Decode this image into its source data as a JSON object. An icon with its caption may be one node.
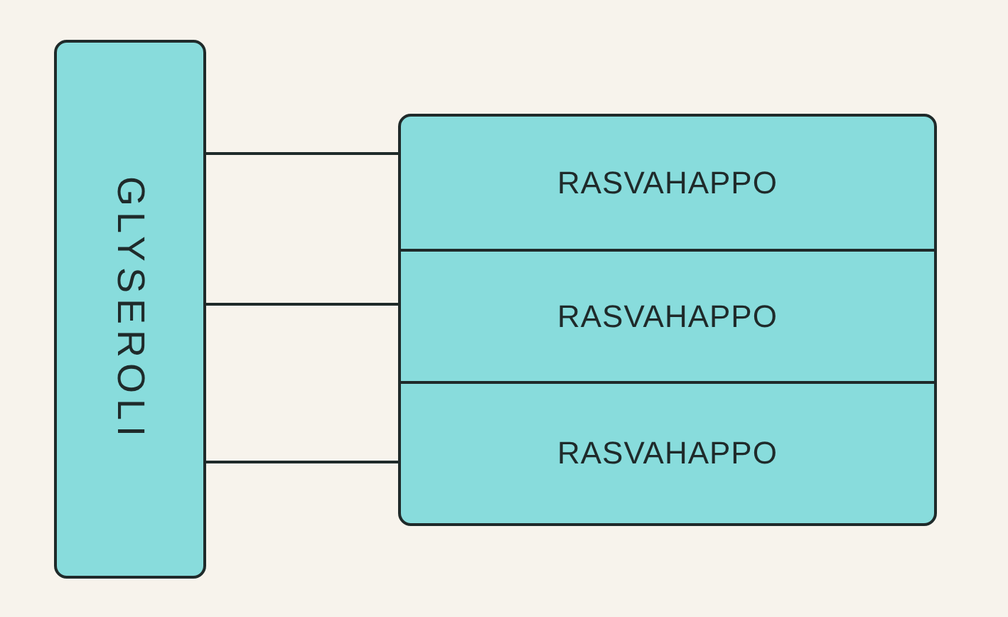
{
  "diagram": {
    "nodes": [
      {
        "text": [
          "GLYSEROLI"
        ]
      },
      {
        "text": [
          "RASVAHAPPO"
        ]
      },
      {
        "text": [
          "RASVAHAPPO"
        ]
      },
      {
        "text": [
          "RASVAHAPPO"
        ]
      }
    ],
    "edges": [
      {
        "from": 0,
        "to": 1,
        "arrow": "none"
      },
      {
        "from": 0,
        "to": 2,
        "arrow": "none"
      },
      {
        "from": 0,
        "to": 3,
        "arrow": "none"
      }
    ]
  }
}
